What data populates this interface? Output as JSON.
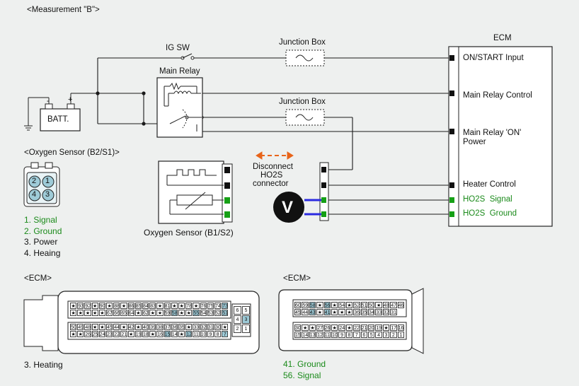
{
  "title": "<Measurement \"B\">",
  "wiring": {
    "ig_sw": "IG SW",
    "junction_box_1": "Junction Box",
    "junction_box_2": "Junction Box",
    "main_relay": "Main Relay",
    "battery": "BATT.",
    "battery_minus": "-",
    "battery_plus": "+",
    "ecm": "ECM",
    "ecm_pins": [
      {
        "label": "ON/START Input"
      },
      {
        "label": "Main Relay Control"
      },
      {
        "label": "Main Relay 'ON'"
      },
      {
        "label": "Power"
      },
      {
        "label": "Heater Control"
      },
      {
        "label": "HO2S  Signal"
      },
      {
        "label": "HO2S  Ground"
      }
    ],
    "disconnect": [
      "Disconnect",
      "HO2S",
      "connector"
    ],
    "voltmeter": "V",
    "sensor_b1s2": "Oxygen Sensor (B1/S2)"
  },
  "sensor_b2s1": {
    "title": "<Oxygen Sensor (B2/S1)>",
    "pins": [
      "2",
      "1",
      "4",
      "3"
    ],
    "legend": [
      "1. Signal",
      "2. Ground",
      "3. Power",
      "4. Heaing"
    ]
  },
  "ecm_left": {
    "title": "<ECM>",
    "row1": [
      "★",
      "93",
      "92",
      "★",
      "90",
      "★",
      "88",
      "★",
      "86",
      "85",
      "84",
      "83",
      "★",
      "81",
      "★",
      "★",
      "78",
      "★",
      "76",
      "75",
      "74",
      "73"
    ],
    "row2": [
      "★",
      "★",
      "★",
      "★",
      "★",
      "67",
      "66",
      "65",
      "64",
      "★",
      "62",
      "★",
      "★",
      "59",
      "58",
      "★",
      "★",
      "55",
      "54",
      "53",
      "52",
      "51"
    ],
    "row3": [
      "50",
      "49",
      "48",
      "★",
      "★",
      "45",
      "44",
      "★",
      "42",
      "★",
      "40",
      "39",
      "38",
      "37",
      "36",
      "35",
      "★",
      "33",
      "32",
      "31",
      "30",
      "★"
    ],
    "row4": [
      "★",
      "★",
      "26",
      "25",
      "24",
      "23",
      "22",
      "21",
      "★",
      "19",
      "18",
      "★",
      "16",
      "15",
      "14",
      "★",
      "12",
      "11",
      "10",
      "9",
      "8",
      "7"
    ],
    "side": [
      "6",
      "5",
      "4",
      "3",
      "2",
      "1"
    ],
    "legend": "3. Heating"
  },
  "ecm_right": {
    "title": "<ECM>",
    "row1": [
      "60",
      "59",
      "58",
      "★",
      "56",
      "★",
      "54",
      "★",
      "52",
      "51",
      "50",
      "★",
      "48",
      "47",
      "46"
    ],
    "row2": [
      "45",
      "44",
      "43",
      "★",
      "41",
      "★",
      "★",
      "★",
      "36",
      "35",
      "34",
      "33",
      "32",
      "31"
    ],
    "row3": [
      "30",
      "★",
      "★",
      "27",
      "26",
      "★",
      "24",
      "★",
      "22",
      "21",
      "20",
      "19",
      "★",
      "17",
      "16"
    ],
    "row4": [
      "15",
      "14",
      "13",
      "12",
      "11",
      "10",
      "9",
      "8",
      "7",
      "6",
      "5",
      "4",
      "3",
      "2",
      "1"
    ],
    "legend": [
      "41. Ground",
      "56. Signal"
    ]
  },
  "colors": {
    "wire": "#1a1a1a",
    "sensor_fill": "#cfe6ee",
    "green_text": "#1a8a1a",
    "arrow": "#e8641a",
    "meter_lead": "#2a2ae0",
    "pin_highlight": "#9ecbd8"
  }
}
